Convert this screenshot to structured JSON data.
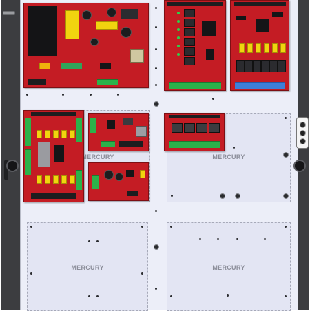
{
  "zones": {
    "mid_right_label": "MERCURY",
    "mid_left_label": "MERCURY",
    "bottom_left_label": "MERCURY",
    "bottom_right_label": "MERCURY"
  },
  "colors": {
    "enclosure": "#3c3d40",
    "backplate": "#eceef8",
    "board_red": "#c41c24",
    "terminal_green": "#2bb24a",
    "terminal_blue": "#3e7fd9",
    "label_gray": "#8b8d99"
  },
  "boards": [
    {
      "name": "power-supply-board"
    },
    {
      "name": "relay-output-board-large"
    },
    {
      "name": "relay-output-board-blue-terminals"
    },
    {
      "name": "input-output-board-left"
    },
    {
      "name": "controller-board-small"
    },
    {
      "name": "interface-board-green-terminals"
    },
    {
      "name": "power-distribution-board"
    }
  ],
  "icons": [
    "door-latch-icon",
    "hinge-icon",
    "mounting-stud-icon"
  ]
}
